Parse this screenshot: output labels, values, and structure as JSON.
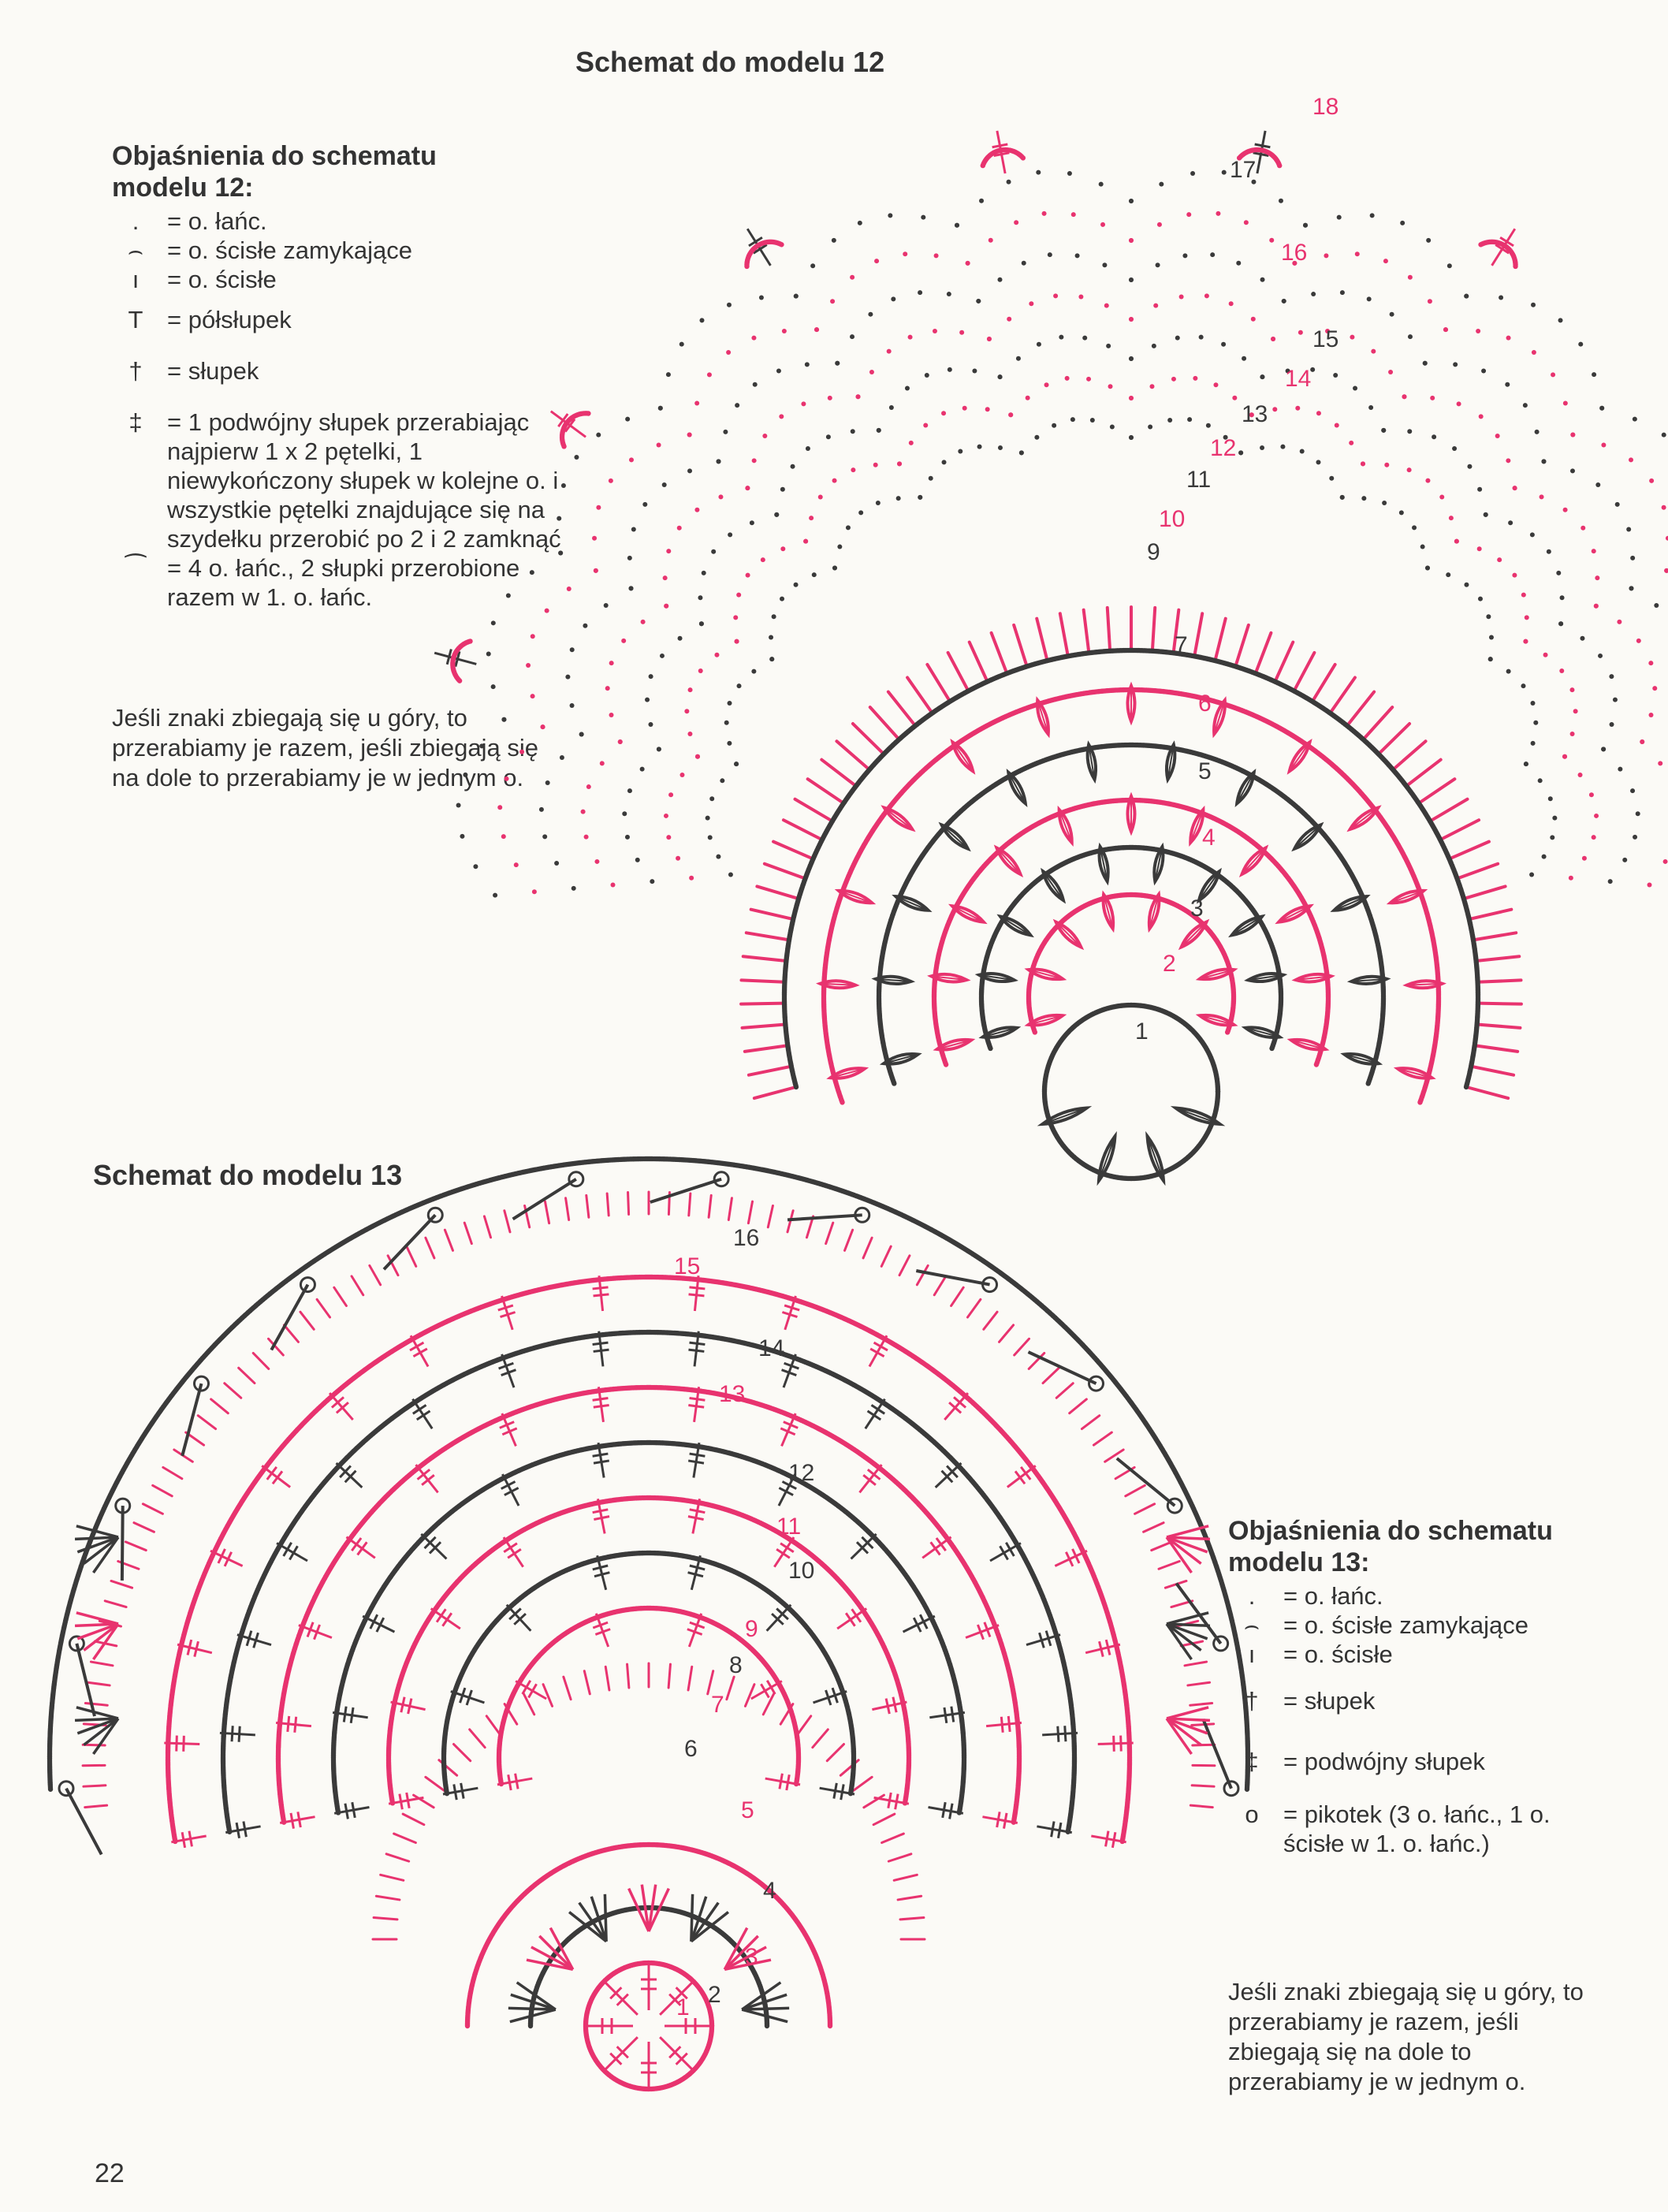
{
  "model12": {
    "title": "Schemat do modelu 12",
    "legend_title": "Objaśnienia do schematu modelu 12:",
    "legend": [
      {
        "symbol": ".",
        "icon": "chain-dot-icon",
        "text": "= o. łańc."
      },
      {
        "symbol": "⌢",
        "icon": "slip-stitch-arc-icon",
        "text": "= o. ścisłe zamykające"
      },
      {
        "symbol": "ı",
        "icon": "single-crochet-icon",
        "text": "= o. ścisłe"
      },
      {
        "symbol": "T",
        "icon": "half-double-crochet-icon",
        "text": "= półsłupek"
      },
      {
        "symbol": "†",
        "icon": "double-crochet-icon",
        "text": "= słupek"
      },
      {
        "symbol": "‡",
        "icon": "double-treble-cluster-icon",
        "text": "= 1 podwójny słupek przerabiając najpierw 1 x 2 pętelki, 1 niewykończony słupek w kolejne o. i wszystkie pętelki znajdujące się na szydełku przerobić po 2 i 2 zamknąć"
      },
      {
        "symbol": "⁀",
        "icon": "chain-cluster-icon",
        "text": "= 4 o. łańc., 2 słupki przerobione razem w 1. o. łańc."
      }
    ],
    "note": "Jeśli znaki zbiegają się u góry, to przerabiamy je razem, jeśli zbiegają się na dole to przerabiamy je w jednym o.",
    "row_labels": [
      "1",
      "2",
      "3",
      "4",
      "5",
      "6",
      "7",
      "9",
      "10",
      "11",
      "12",
      "13",
      "14",
      "15",
      "16",
      "17",
      "18"
    ]
  },
  "model13": {
    "title": "Schemat do modelu 13",
    "legend_title": "Objaśnienia do schematu modelu 13:",
    "legend": [
      {
        "symbol": ".",
        "icon": "chain-dot-icon",
        "text": "= o. łańc."
      },
      {
        "symbol": "⌢",
        "icon": "slip-stitch-arc-icon",
        "text": "= o. ścisłe zamykające"
      },
      {
        "symbol": "ı",
        "icon": "single-crochet-icon",
        "text": "= o. ścisłe"
      },
      {
        "symbol": "†",
        "icon": "double-crochet-icon",
        "text": "= słupek"
      },
      {
        "symbol": "‡",
        "icon": "treble-crochet-icon",
        "text": "= podwójny słupek"
      },
      {
        "symbol": "o",
        "icon": "picot-icon",
        "text": "= pikotek (3 o. łańc., 1 o. ścisłe w 1. o. łańc.)"
      }
    ],
    "note": "Jeśli znaki zbiegają się u góry, to przerabiamy je razem, jeśli zbiegają się na dole to przerabiamy je w jednym o.",
    "row_labels": [
      "1",
      "2",
      "3",
      "4",
      "5",
      "6",
      "7",
      "8",
      "9",
      "10",
      "11",
      "12",
      "13",
      "14",
      "15",
      "16"
    ]
  },
  "page_number": "22",
  "colors": {
    "pink": "#e8336f",
    "dark": "#3a3a3a",
    "text": "#333333"
  }
}
